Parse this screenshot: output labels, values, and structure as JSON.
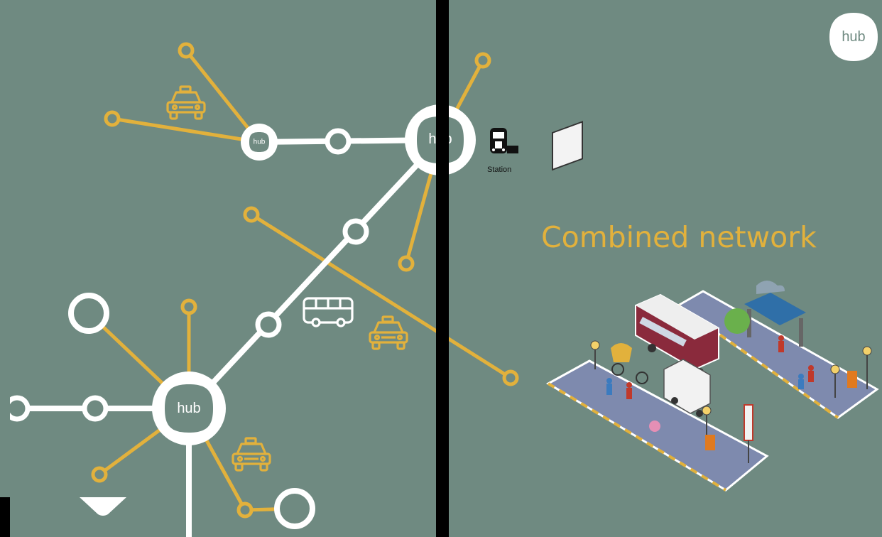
{
  "title": "Combined network",
  "hub_label": "hub",
  "station_label": "Station",
  "logo_text": "hub",
  "icons": [
    "hub-node",
    "taxi-icon",
    "bus-icon",
    "train-icon",
    "street-illustration"
  ],
  "colors": {
    "background": "#6f8a81",
    "trunk": "#ffffff",
    "feeder": "#e2b13c",
    "divider": "#000000"
  }
}
